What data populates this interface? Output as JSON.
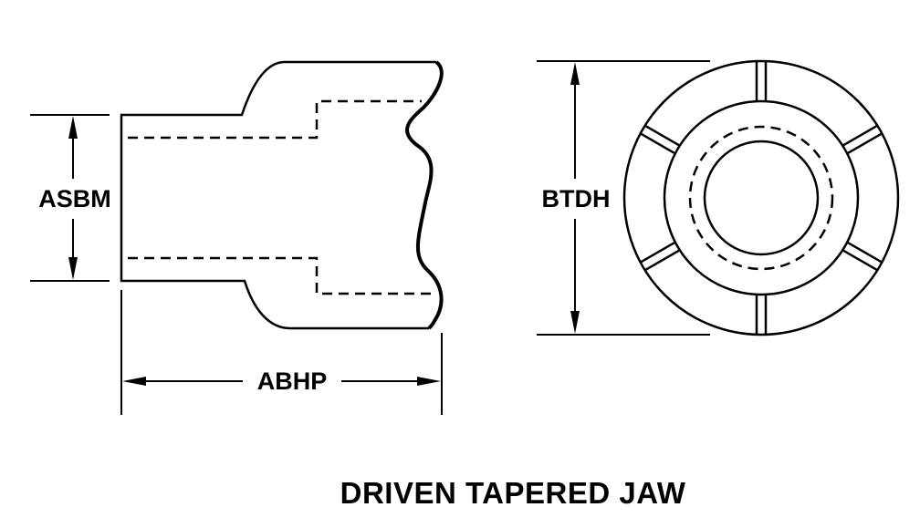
{
  "dimensions": {
    "asbm": "ASBM",
    "abhp": "ABHP",
    "btdh": "BTDH"
  },
  "caption": "DRIVEN TAPERED JAW"
}
